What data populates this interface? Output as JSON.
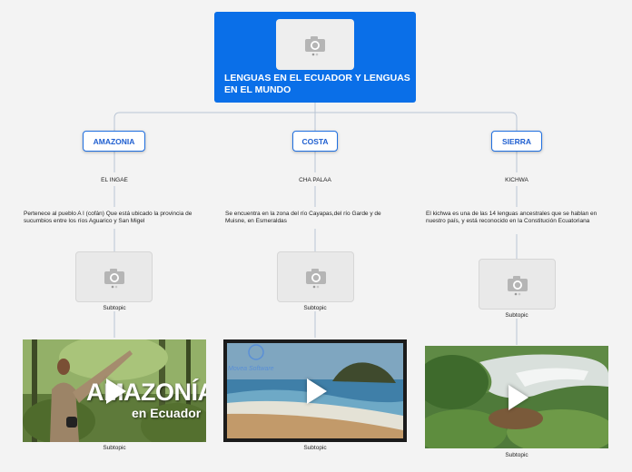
{
  "root": {
    "title": "LENGUAS EN EL ECUADOR Y LENGUAS EN EL MUNDO",
    "image_icon": "camera-icon"
  },
  "branches": [
    {
      "label": "AMAZONIA",
      "language": "EL INGAE",
      "description": "Pertenece al pueblo A I (cofán) Que está ubicado la provincia de sucumbios entre los ríos Aguarico y San Migel",
      "image_caption": "Subtopic",
      "video_caption": "Subtopic",
      "video_title_line1": "AMAZONÍA",
      "video_title_line2": "en Ecuador"
    },
    {
      "label": "COSTA",
      "language": "CHA PALAA",
      "description": "Se encuentra en la zona del río Cayapas,del río Garde y de Muisne, en Esmeraldas",
      "image_caption": "Subtopic",
      "video_caption": "Subtopic",
      "video_watermark": "Movea Software"
    },
    {
      "label": "SIERRA",
      "language": "KICHWA",
      "description": "El kichwa es una de las 14 lenguas ancestrales que se hablan en nuestro país, y está reconocido en la Constitución Ecuatoriana",
      "image_caption": "Subtopic",
      "video_caption": "Subtopic"
    }
  ],
  "colors": {
    "background": "#f3f3f3",
    "root_fill": "#0a6fe8",
    "branch_border": "#1f6fe0",
    "branch_text": "#1f5fd0",
    "connector": "#b8c4d4"
  }
}
